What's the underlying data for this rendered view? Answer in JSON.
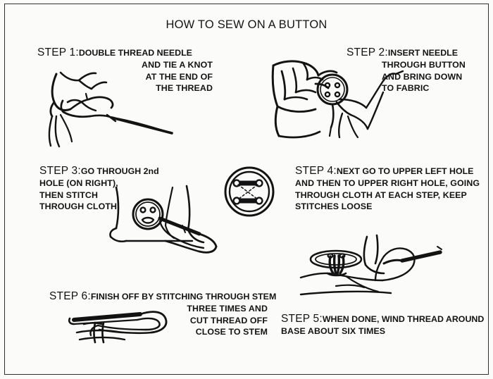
{
  "poster": {
    "title": "HOW TO SEW ON A BUTTON",
    "ink_color": "#141414",
    "background_color": "#fbfbfa",
    "border_color": "#2f3032"
  },
  "steps": [
    {
      "id": "step1",
      "label": "STEP 1:",
      "first_line": "DOUBLE THREAD NEEDLE",
      "rest": "AND TIE A KNOT\nAT THE END OF\nTHE THREAD",
      "align": "right",
      "illustration": "hand-holding-threaded-needle"
    },
    {
      "id": "step2",
      "label": "STEP 2:",
      "first_line": "INSERT NEEDLE",
      "rest": "THROUGH BUTTON\nAND BRING DOWN\nTO FABRIC",
      "align": "left-indented",
      "illustration": "hand-holding-button-with-needle"
    },
    {
      "id": "step3",
      "label": "STEP 3:",
      "first_line": "GO THROUGH 2nd",
      "rest": "HOLE (ON RIGHT),\nTHEN STITCH\nTHROUGH CLOTH",
      "align": "left",
      "illustration": "button-on-cloth-with-needle"
    },
    {
      "id": "step4",
      "label": "STEP 4:",
      "first_line": "NEXT GO TO UPPER LEFT HOLE",
      "rest": "AND THEN TO UPPER RIGHT HOLE, GOING\nTHROUGH CLOTH AT EACH STEP, KEEP\nSTITCHES LOOSE",
      "align": "left",
      "illustration": "none"
    },
    {
      "id": "step5",
      "label": "STEP 5:",
      "first_line": "WHEN DONE, WIND THREAD AROUND",
      "rest": "BASE ABOUT SIX TIMES",
      "align": "left",
      "illustration": "button-with-wound-thread-base"
    },
    {
      "id": "step6",
      "label": "STEP 6:",
      "first_line": "FINISH OFF BY STITCHING THROUGH STEM",
      "rest": "THREE TIMES AND\nCUT THREAD OFF\nCLOSE TO STEM",
      "align": "right",
      "illustration": "needle-through-thread-stem"
    }
  ],
  "center_graphic": {
    "name": "finished-button-with-crossed-stitches",
    "holes": 4,
    "description": "Round button showing two horizontal stitch bars joined by dashed diagonal threads"
  }
}
